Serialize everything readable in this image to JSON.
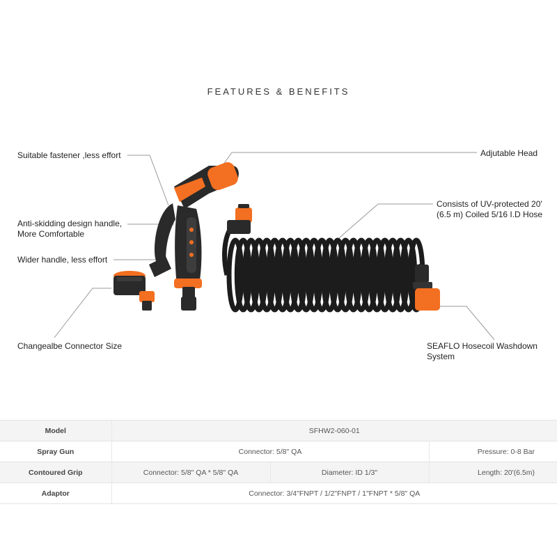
{
  "title": "FEATURES & BENEFITS",
  "callouts": {
    "fastener": "Suitable fastener ,less effort",
    "handle": "Anti-skidding design handle,\nMore Comfortable",
    "wider": "Wider handle, less effort",
    "connector": "Changealbe Connector Size",
    "head": "Adjutable Head",
    "hose": "Consists of UV-protected 20'\n(6.5 m) Coiled 5/16 I.D Hose",
    "system": "SEAFLO Hosecoil Washdown\nSystem"
  },
  "spec": {
    "model_label": "Model",
    "model_value": "SFHW2-060-01",
    "spray_label": "Spray Gun",
    "spray_connector": "Connector:  5/8\" QA",
    "spray_pressure": "Pressure:  0-8 Bar",
    "grip_label": "Contoured Grip",
    "grip_connector": "Connector:  5/8\" QA * 5/8\" QA",
    "grip_diameter": "Diameter:  ID 1/3\"",
    "grip_length": "Length:  20'(6.5m)",
    "adaptor_label": "Adaptor",
    "adaptor_connector": "Connector:  3/4\"FNPT / 1/2\"FNPT / 1\"FNPT * 5/8\" QA"
  },
  "colors": {
    "accent": "#f36f21",
    "hose": "#1c1c1c",
    "leader": "#999999"
  }
}
